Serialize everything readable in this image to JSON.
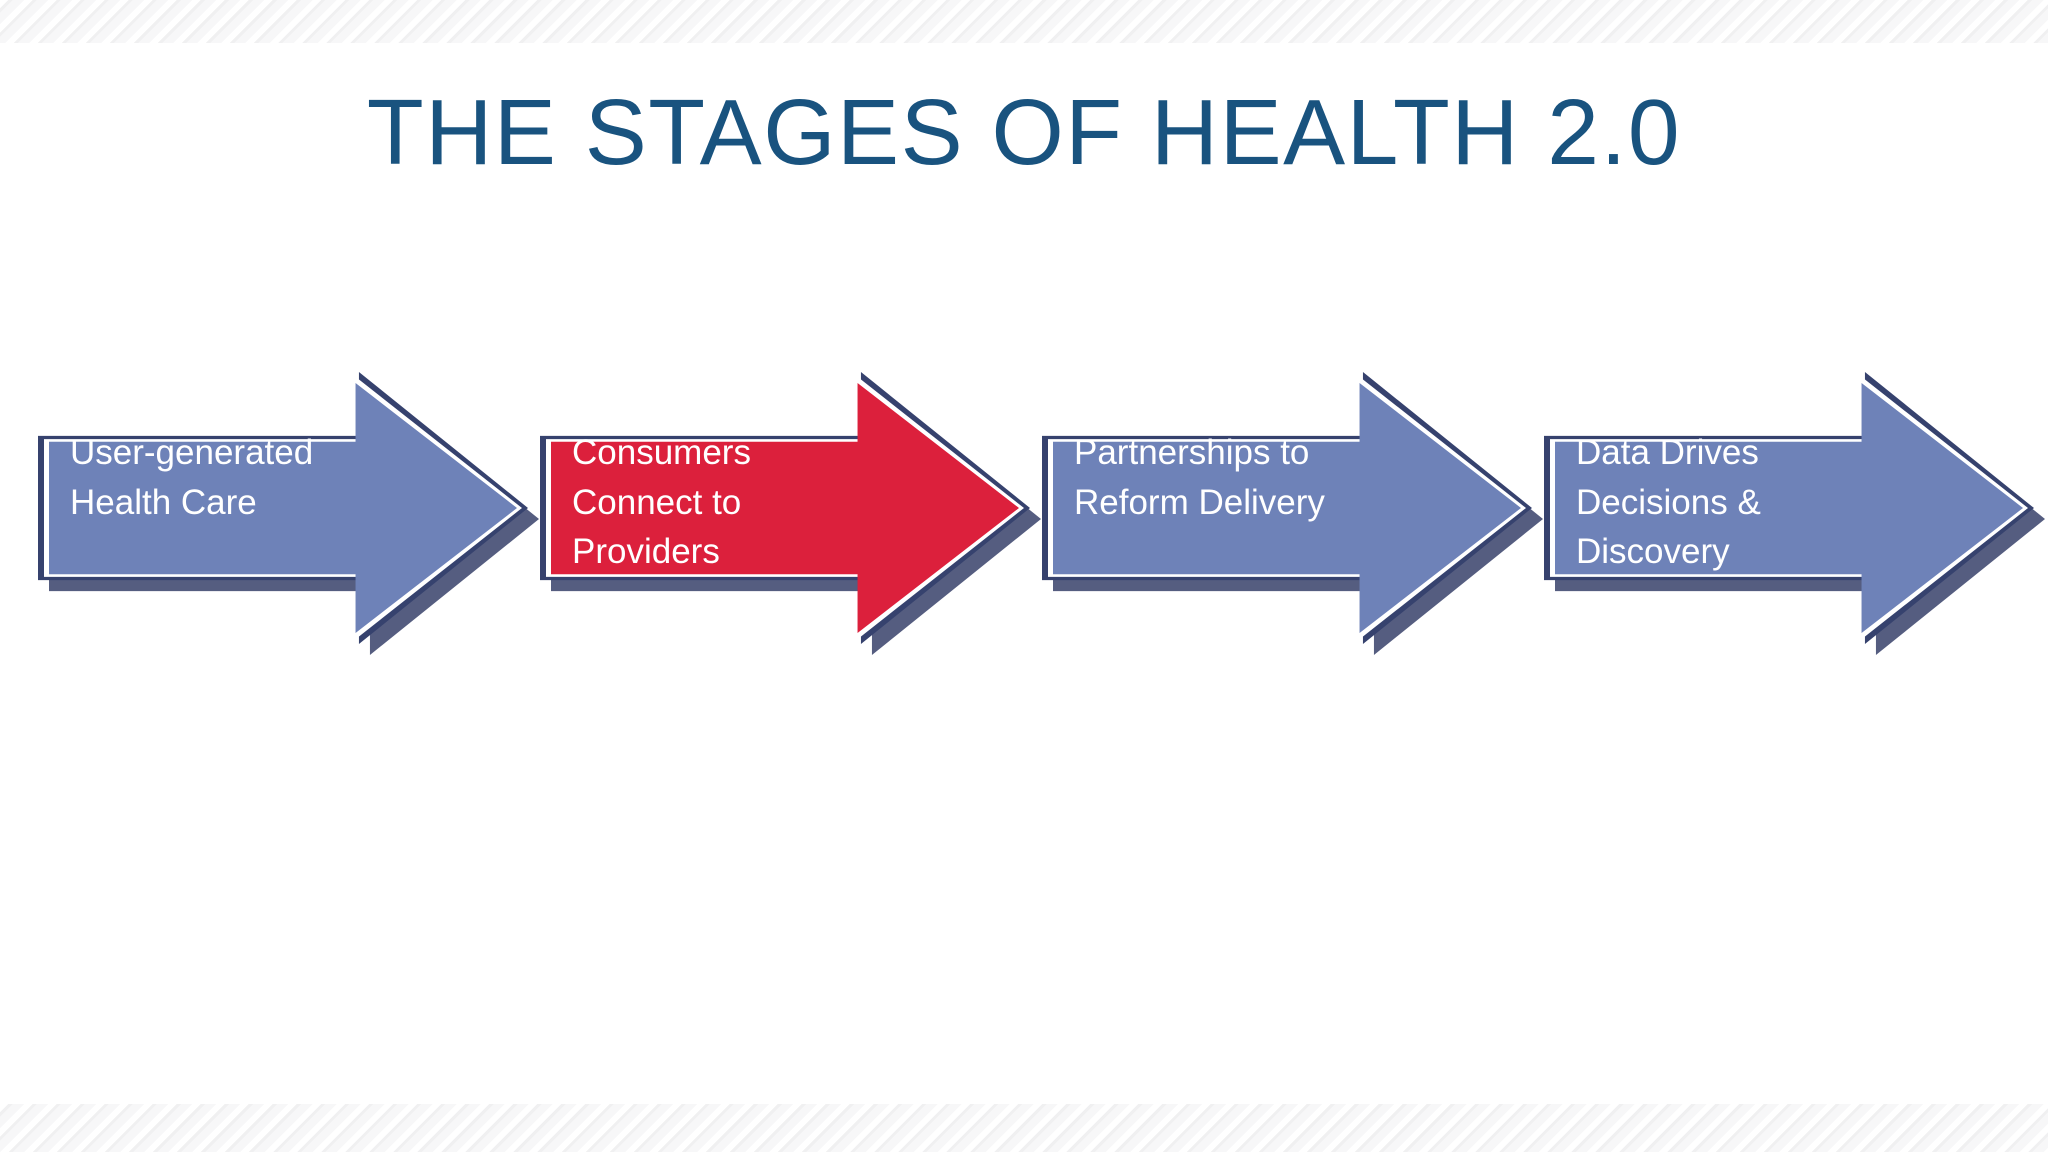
{
  "slide": {
    "title": "THE STAGES OF HEALTH 2.0",
    "title_color": "#19537f",
    "background_color": "#ffffff"
  },
  "decor": {
    "top_band": "diagonal-hatch-band",
    "bottom_band": "diagonal-hatch-band",
    "hatch_color": "#f0f0f1"
  },
  "palette": {
    "arrow_blue": "#6e82b8",
    "arrow_red": "#dc203c",
    "arrow_outline_navy": "#36426e",
    "arrow_inner_white": "#ffffff",
    "arrow_shadow": "#2a3460",
    "label_text": "#ffffff"
  },
  "arrows": [
    {
      "index": 1,
      "label": "User-generated Health Care",
      "color": "blue",
      "fill_hex": "#6e82b8",
      "highlighted": false
    },
    {
      "index": 2,
      "label": "Consumers Connect to Providers",
      "color": "red",
      "fill_hex": "#dc203c",
      "highlighted": true
    },
    {
      "index": 3,
      "label": "Partnerships to Reform Delivery",
      "color": "blue",
      "fill_hex": "#6e82b8",
      "highlighted": false
    },
    {
      "index": 4,
      "label": "Data Drives Decisions & Discovery",
      "color": "blue",
      "fill_hex": "#6e82b8",
      "highlighted": false
    }
  ]
}
